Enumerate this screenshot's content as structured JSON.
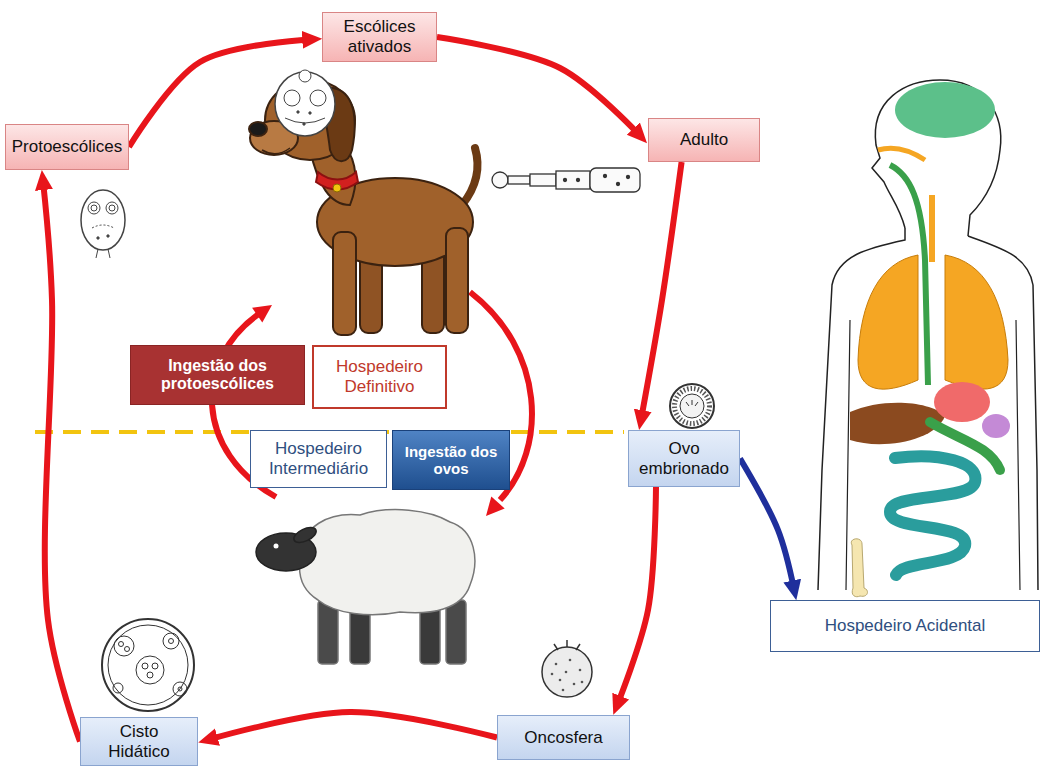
{
  "diagram": {
    "nodes": [
      {
        "text": [
          "Escólices ativados"
        ]
      },
      {
        "text": [
          "Protoescólices"
        ]
      },
      {
        "text": [
          "Adulto"
        ]
      },
      {
        "text": [
          "Ingestão dos protoescólices"
        ]
      },
      {
        "text": [
          "Hospedeiro Definitivo"
        ]
      },
      {
        "text": [
          "Hospedeiro Intermediário"
        ]
      },
      {
        "text": [
          "Ingestão dos ovos"
        ]
      },
      {
        "text": [
          "Ovo embrionado"
        ]
      },
      {
        "text": [
          "Hospedeiro Acidental"
        ]
      },
      {
        "text": [
          "Cisto Hidático"
        ]
      },
      {
        "text": [
          "Oncosfera"
        ]
      }
    ],
    "edges": [
      {
        "from": 1,
        "to": 0,
        "arrow": "to"
      },
      {
        "from": 0,
        "to": 2,
        "arrow": "to"
      },
      {
        "from": 2,
        "to": 7,
        "arrow": "to"
      },
      {
        "from": 7,
        "to": 10,
        "arrow": "to"
      },
      {
        "from": 10,
        "to": 9,
        "arrow": "to"
      },
      {
        "from": 9,
        "to": 1,
        "arrow": "to"
      },
      {
        "from": 7,
        "to": 8,
        "arrow": "to"
      }
    ]
  }
}
